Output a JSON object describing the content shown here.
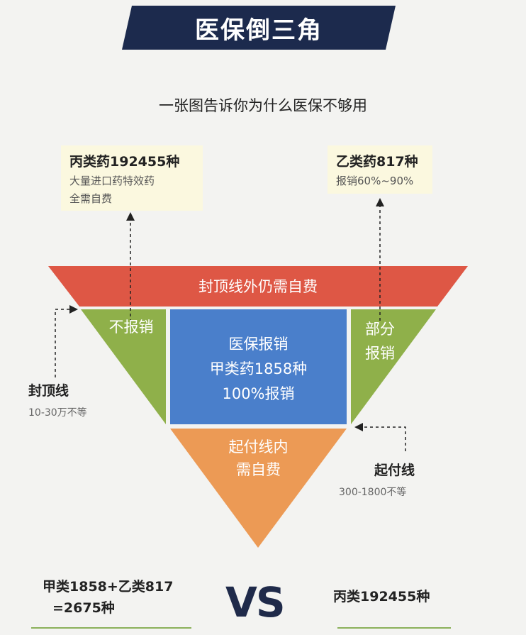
{
  "title": "医保倒三角",
  "subtitle": "一张图告诉你为什么医保不够用",
  "top_left_note": {
    "title": "丙类药192455种",
    "line1": "大量进口药特效药",
    "line2": "全需自费"
  },
  "top_right_note": {
    "title": "乙类药817种",
    "line1": "报销60%~90%"
  },
  "top_band": "封顶线外仍需自费",
  "left_triangle": "不报销",
  "right_triangle": [
    "部分",
    "报销"
  ],
  "center_box": [
    "医保报销",
    "甲类药1858种",
    "100%报销"
  ],
  "bottom_triangle": [
    "起付线内",
    "需自费"
  ],
  "cap_line": {
    "title": "封顶线",
    "range": "10-30万不等"
  },
  "deductible_line": {
    "title": "起付线",
    "range": "300-1800不等"
  },
  "comparison": {
    "left_line1": "甲类1858+乙类817",
    "left_line2": "=2675种",
    "vs": "VS",
    "right": "丙类192455种"
  },
  "colors": {
    "banner": "#1c2a4d",
    "top_band": "#de5745",
    "green": "#8fb04a",
    "blue": "#4a7fcb",
    "orange": "#ec9a55",
    "note_bg": "#fbf8df"
  }
}
